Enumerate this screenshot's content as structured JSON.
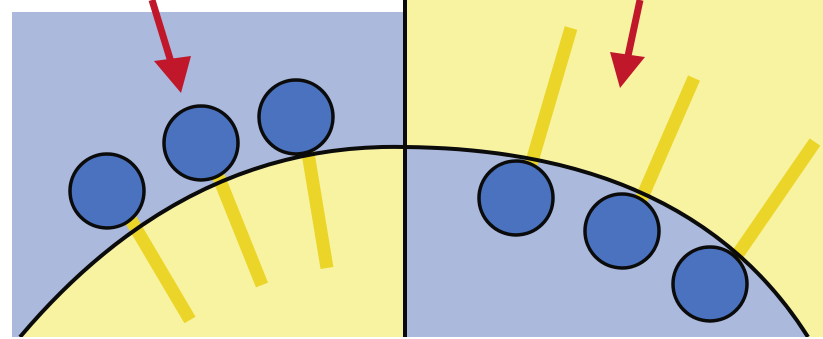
{
  "colors": {
    "background": "#ffffff",
    "blue_region": "#aab9dc",
    "yellow_region": "#f8f3a1",
    "particle_fill": "#4a72be",
    "outline": "#0b0b0b",
    "ligand": "#ecd529",
    "arrow": "#c0182a"
  },
  "panels": [
    {
      "id": "left",
      "outer_medium": "blue",
      "inner_medium": "yellow",
      "particle_count": 3,
      "ligand_count": 3,
      "arrow_count": 1,
      "interface": "convex"
    },
    {
      "id": "right",
      "outer_medium": "yellow",
      "inner_medium": "blue",
      "particle_count": 3,
      "ligand_count": 3,
      "arrow_count": 1,
      "interface": "convex"
    }
  ]
}
